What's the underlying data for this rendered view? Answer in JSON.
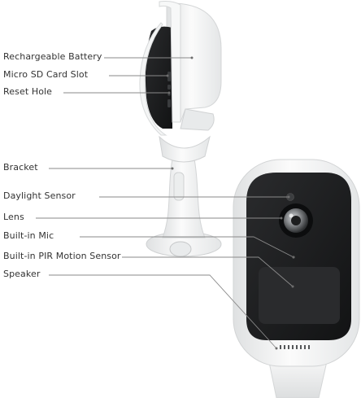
{
  "labels": {
    "rechargeable_battery": "Rechargeable Battery",
    "micro_sd_card_slot": "Micro SD Card Slot",
    "reset_hole": "Reset Hole",
    "bracket": "Bracket",
    "daylight_sensor": "Daylight Sensor",
    "lens": "Lens",
    "builtin_mic": "Built-in Mic",
    "builtin_pir_motion_sensor": "Built-in PIR Motion Sensor",
    "speaker": "Speaker"
  },
  "colors": {
    "body_white": "#f3f4f4",
    "face_black": "#1a1b1c",
    "leader_line": "#8a8a8a",
    "label_text": "#333333"
  }
}
